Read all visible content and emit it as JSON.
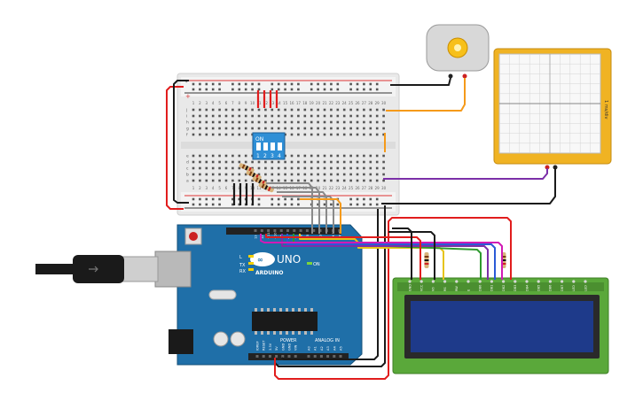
{
  "arduino": {
    "brand": "ARDUINO",
    "model": "UNO",
    "tx_label": "TX",
    "rx_label": "RX",
    "l_label": "L",
    "on_label": "ON",
    "power_label": "POWER",
    "analog_label": "ANALOG IN",
    "power_pins": [
      "IOREF",
      "RESET",
      "3.3V",
      "5V",
      "GND",
      "GND",
      "VIN"
    ],
    "analog_pins": [
      "A0",
      "A1",
      "A2",
      "A3",
      "A4",
      "A5"
    ],
    "digital_pins": [
      "13",
      "12",
      "~11",
      "~10",
      "~9",
      "8",
      "7",
      "~6",
      "~5",
      "4",
      "~3",
      "2",
      "TX 1",
      "RX 0"
    ]
  },
  "breadboard": {
    "column_numbers": [
      "1",
      "2",
      "3",
      "4",
      "5",
      "6",
      "7",
      "8",
      "9",
      "10",
      "11",
      "12",
      "13",
      "14",
      "15",
      "16",
      "17",
      "18",
      "19",
      "20",
      "21",
      "22",
      "23",
      "24",
      "25",
      "26",
      "27",
      "28",
      "29",
      "30"
    ],
    "row_letters_top": [
      "j",
      "i",
      "h",
      "g",
      "f"
    ],
    "row_letters_bottom": [
      "e",
      "d",
      "c",
      "b",
      "a"
    ],
    "rail_plus": "+",
    "rail_minus": "-"
  },
  "dip_switch": {
    "on_label": "ON",
    "positions": [
      "1",
      "2",
      "3",
      "4"
    ]
  },
  "oscilloscope": {
    "side_label": "1 ms/div",
    "terminal_labels": [
      "+",
      "-"
    ]
  },
  "lcd": {
    "pin_labels": [
      "GND",
      "VCC",
      "V0",
      "RS",
      "RW",
      "E",
      "DB0",
      "DB1",
      "DB2",
      "DB3",
      "DB4",
      "DB5",
      "DB6",
      "DB7",
      "LED",
      "LED"
    ],
    "backlight_color": "#1e3a8a"
  },
  "colors": {
    "arduino_board": "#1f6fa8",
    "breadboard": "#e6e6e6",
    "wire_red": "#e11d1d",
    "wire_black": "#1a1a1a",
    "wire_orange": "#f59a1a",
    "wire_purple": "#7b2fa8",
    "wire_gray": "#8a8a8a",
    "wire_green": "#2f9a2f",
    "wire_yellow": "#e6c41a",
    "wire_blue": "#2b5ad6",
    "wire_magenta": "#d11ab5",
    "lcd_pcb": "#5aa83a",
    "oscilloscope_frame": "#f0b323"
  }
}
